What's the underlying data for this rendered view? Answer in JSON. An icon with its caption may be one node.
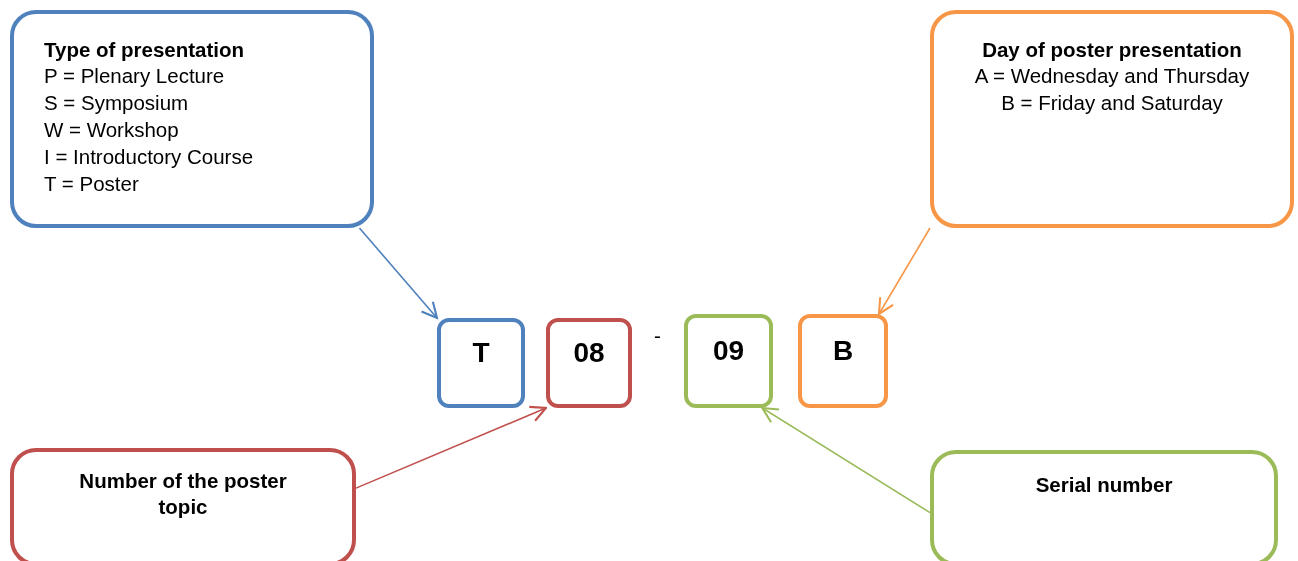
{
  "diagram": {
    "nodes": [
      {
        "text": [
          "Type of presentation",
          "P = Plenary Lecture",
          "S = Symposium",
          "W = Workshop",
          "I = Introductory Course",
          "T = Poster"
        ]
      },
      {
        "text": [
          "Day of poster presentation",
          "A = Wednesday and Thursday",
          "B = Friday and Saturday"
        ]
      },
      {
        "text": [
          "T"
        ]
      },
      {
        "text": [
          "08"
        ]
      },
      {
        "text": [
          "09"
        ]
      },
      {
        "text": [
          "B"
        ]
      },
      {
        "text": [
          "Number of the poster topic"
        ]
      },
      {
        "text": [
          "Serial number"
        ]
      }
    ],
    "edges": [
      {
        "from": 0,
        "to": 2,
        "arrow": "to",
        "color": "#4f81bd"
      },
      {
        "from": 1,
        "to": 5,
        "arrow": "to",
        "color": "#f79646"
      },
      {
        "from": 6,
        "to": 3,
        "arrow": "to",
        "color": "#c0504d"
      },
      {
        "from": 7,
        "to": 4,
        "arrow": "to",
        "color": "#9bbb59"
      }
    ],
    "labels": [
      "-"
    ]
  }
}
